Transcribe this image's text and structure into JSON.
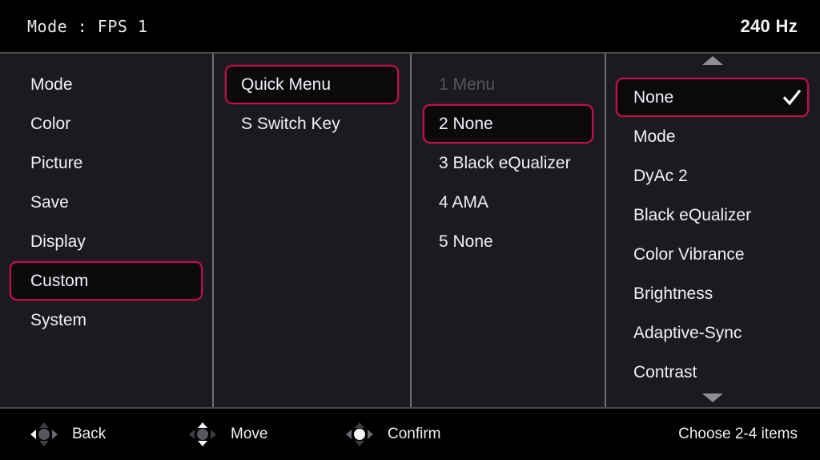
{
  "header": {
    "mode_label": "Mode : FPS 1",
    "refresh_rate": "240 Hz"
  },
  "columns": {
    "main_menu": {
      "items": [
        {
          "label": "Mode",
          "selected": false
        },
        {
          "label": "Color",
          "selected": false
        },
        {
          "label": "Picture",
          "selected": false
        },
        {
          "label": "Save",
          "selected": false
        },
        {
          "label": "Display",
          "selected": false
        },
        {
          "label": "Custom",
          "selected": true
        },
        {
          "label": "System",
          "selected": false
        }
      ]
    },
    "custom_submenu": {
      "items": [
        {
          "label": "Quick Menu",
          "selected": true
        },
        {
          "label": "S Switch Key",
          "selected": false
        }
      ]
    },
    "quick_menu_slots": {
      "items": [
        {
          "label": "1 Menu",
          "selected": false,
          "disabled": true
        },
        {
          "label": "2 None",
          "selected": true,
          "disabled": false
        },
        {
          "label": "3 Black eQualizer",
          "selected": false,
          "disabled": false
        },
        {
          "label": "4 AMA",
          "selected": false,
          "disabled": false
        },
        {
          "label": "5 None",
          "selected": false,
          "disabled": false
        }
      ]
    },
    "slot_options": {
      "scroll_up_icon": "triangle-up-icon",
      "scroll_down_icon": "triangle-down-icon",
      "items": [
        {
          "label": "None",
          "selected": true,
          "checked": true
        },
        {
          "label": "Mode",
          "selected": false,
          "checked": false
        },
        {
          "label": "DyAc 2",
          "selected": false,
          "checked": false
        },
        {
          "label": "Black eQualizer",
          "selected": false,
          "checked": false
        },
        {
          "label": "Color Vibrance",
          "selected": false,
          "checked": false
        },
        {
          "label": "Brightness",
          "selected": false,
          "checked": false
        },
        {
          "label": "Adaptive-Sync",
          "selected": false,
          "checked": false
        },
        {
          "label": "Contrast",
          "selected": false,
          "checked": false
        }
      ]
    }
  },
  "footer": {
    "hints": [
      {
        "label": "Back",
        "icon": "joystick-left-icon"
      },
      {
        "label": "Move",
        "icon": "joystick-updown-icon"
      },
      {
        "label": "Confirm",
        "icon": "joystick-center-icon"
      }
    ],
    "note": "Choose 2-4 items"
  },
  "colors": {
    "accent": "#c2104b",
    "background": "#1a1a1f",
    "bar_background": "#000000",
    "text": "#f0f0f5",
    "disabled_text": "#55555d",
    "divider": "#6f6f76"
  }
}
